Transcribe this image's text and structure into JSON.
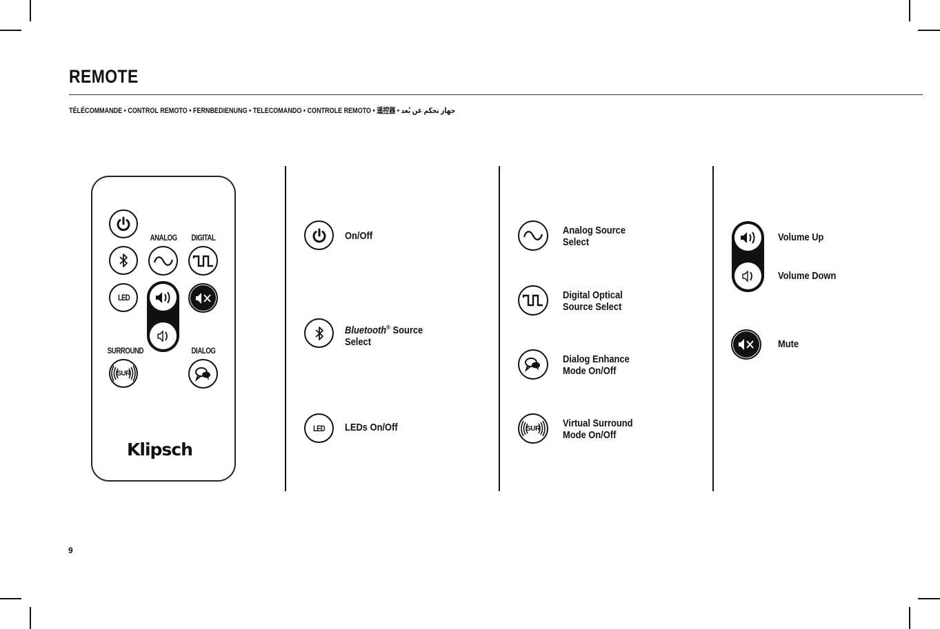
{
  "page": {
    "title": "REMOTE",
    "subtitle": "TÉLÉCOMMANDE • CONTROL REMOTO • FERNBEDIENUNG • TELECOMANDO • CONTROLE REMOTO • 遥控器 • جهاز تحكم عن بُعد",
    "page_number": "9"
  },
  "remote": {
    "labels": {
      "analog": "ANALOG",
      "digital": "DIGITAL",
      "surround": "SURROUND",
      "dialog": "DIALOG"
    },
    "led_text": "LED",
    "sur_text": "SUR",
    "brand": "Klipsch"
  },
  "legend": {
    "column1": [
      {
        "icon": "power-icon",
        "label": "On/Off"
      },
      {
        "icon": "bluetooth-icon",
        "label_italic": "Bluetooth",
        "label_reg": "®",
        "label_rest": " Source",
        "label_line2": "Select"
      },
      {
        "icon": "led-icon",
        "icon_text": "LED",
        "label": "LEDs On/Off"
      }
    ],
    "column2": [
      {
        "icon": "analog-wave-icon",
        "line1": "Analog Source",
        "line2": "Select"
      },
      {
        "icon": "digital-square-wave-icon",
        "line1": "Digital Optical",
        "line2": "Source Select"
      },
      {
        "icon": "dialog-speech-icon",
        "line1": "Dialog Enhance",
        "line2": "Mode On/Off"
      },
      {
        "icon": "surround-icon",
        "icon_text": "SUR",
        "line1": "Virtual Surround",
        "line2": "Mode On/Off"
      }
    ],
    "column3": [
      {
        "icon": "volume-up-icon",
        "label": "Volume Up"
      },
      {
        "icon": "volume-down-icon",
        "label": "Volume Down"
      },
      {
        "icon": "mute-icon",
        "label": "Mute"
      }
    ]
  }
}
